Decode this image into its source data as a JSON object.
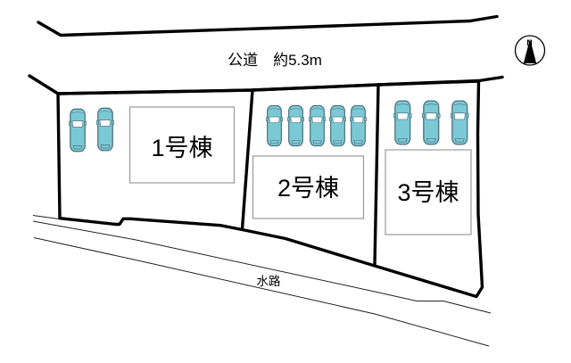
{
  "road": {
    "label": "公道　約5.3m"
  },
  "waterway": {
    "label": "水路"
  },
  "compass": {
    "label": "N"
  },
  "lots": [
    {
      "id": "1",
      "label": "1号棟",
      "cars": 2
    },
    {
      "id": "2",
      "label": "2号棟",
      "cars": 5
    },
    {
      "id": "3",
      "label": "3号棟",
      "cars": 3
    }
  ],
  "colors": {
    "car_fill": "#7cc9d6",
    "car_outline": "#49707b",
    "line": "#000000",
    "box_border": "#999999"
  }
}
